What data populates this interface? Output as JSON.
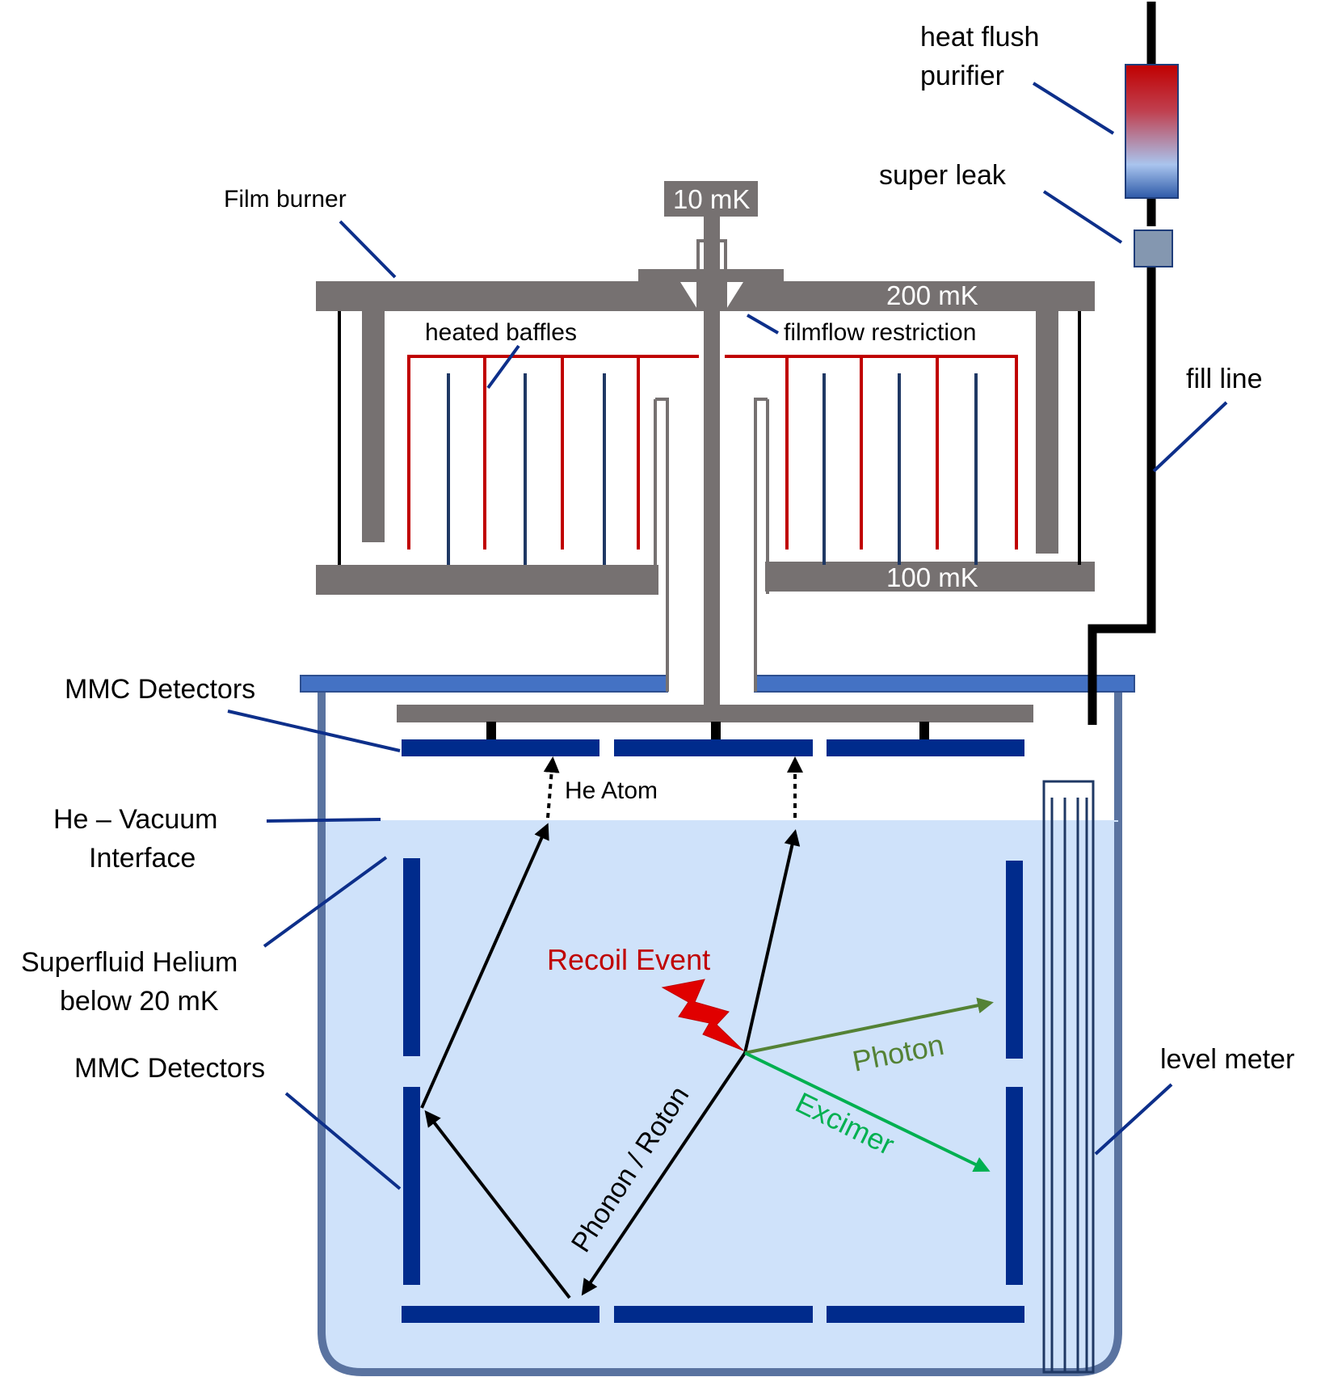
{
  "colors": {
    "gray": "#767171",
    "detector": "#002b8c",
    "vessel": "#5a73a0",
    "helium_fill": "#cfe2fa",
    "lid": "#4472c4",
    "baffle_red": "#c00000",
    "baffle_blue": "#1f3864",
    "leader": "#0d2f8a",
    "recoil": "#c00000",
    "photon": "#548235",
    "excimer": "#00b050"
  },
  "labels": {
    "heat_flush_line1": "heat flush",
    "heat_flush_line2": "purifier",
    "super_leak": "super leak",
    "film_burner": "Film burner",
    "ten_mk": "10 mK",
    "two_hundred_mk": "200 mK",
    "heated_baffles": "heated baffles",
    "filmflow_restriction": "filmflow restriction",
    "fill_line": "fill line",
    "hundred_mk": "100 mK",
    "mmc_detectors_top": "MMC Detectors",
    "he_atom": "He Atom",
    "he_vacuum_line1": "He – Vacuum",
    "he_vacuum_line2": "Interface",
    "recoil_event": "Recoil Event",
    "superfluid_line1": "Superfluid Helium",
    "superfluid_line2": "below 20 mK",
    "photon": "Photon",
    "level_meter": "level meter",
    "mmc_detectors_side": "MMC Detectors",
    "excimer": "Excimer",
    "phonon_roton": "Phonon / Roton"
  },
  "icons": {
    "recoil": "lightning-bolt-icon"
  }
}
